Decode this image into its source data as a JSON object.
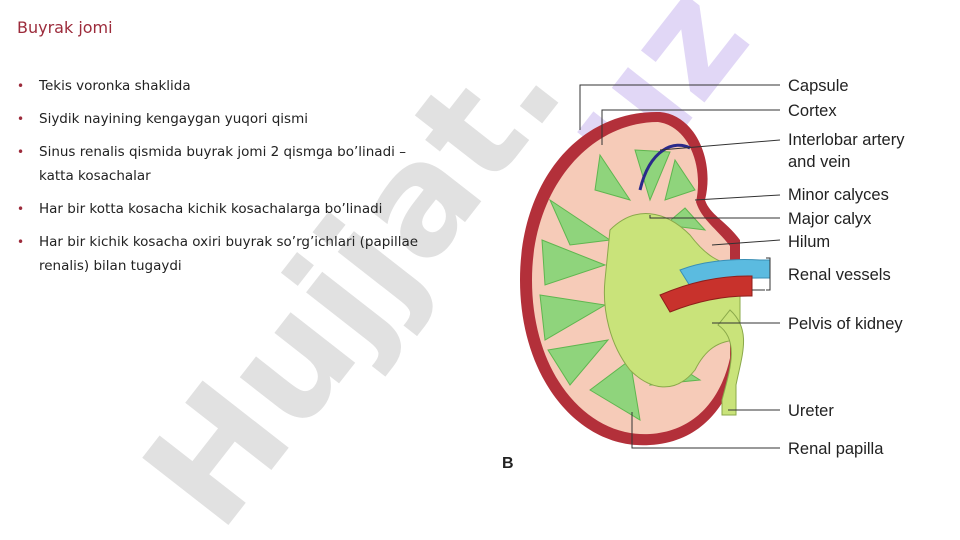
{
  "slide": {
    "title": "Buyrak jomi",
    "bullets": [
      "Tekis voronka shaklida",
      "Siydik nayining kengaygan yuqori qismi",
      "Sinus renalis qismida buyrak jomi 2 qismga bo’linadi – katta kosachalar",
      "Har bir kotta kosacha kichik kosachalarga bo’linadi",
      "Har bir kichik kosacha oxiri buyrak so’rg’ichlari (papillae renalis) bilan tugaydi"
    ],
    "bullet_glyph": "•",
    "watermark_text": "Hujjat.uz"
  },
  "figure": {
    "letter": "B",
    "labels": {
      "capsule": "Capsule",
      "cortex": "Cortex",
      "interlobar_1": "Interlobar artery",
      "interlobar_2": "and vein",
      "minor_calyces": "Minor calyces",
      "major_calyx": "Major calyx",
      "hilum": "Hilum",
      "renal_vessels": "Renal vessels",
      "pelvis": "Pelvis of kidney",
      "ureter": "Ureter",
      "renal_papilla": "Renal papilla"
    }
  },
  "colors": {
    "title": "#9c2b3b",
    "bullet": "#9c2b3b",
    "capsule": "#b3303a",
    "cortex": "#f6cbb8",
    "medulla": "#7fce6e",
    "pelvis": "#c9e37a",
    "vein": "#5bbbe0",
    "artery": "#c8322c",
    "watermark_gray": "#d9d9d9",
    "watermark_purple": "#c9b8f0"
  }
}
